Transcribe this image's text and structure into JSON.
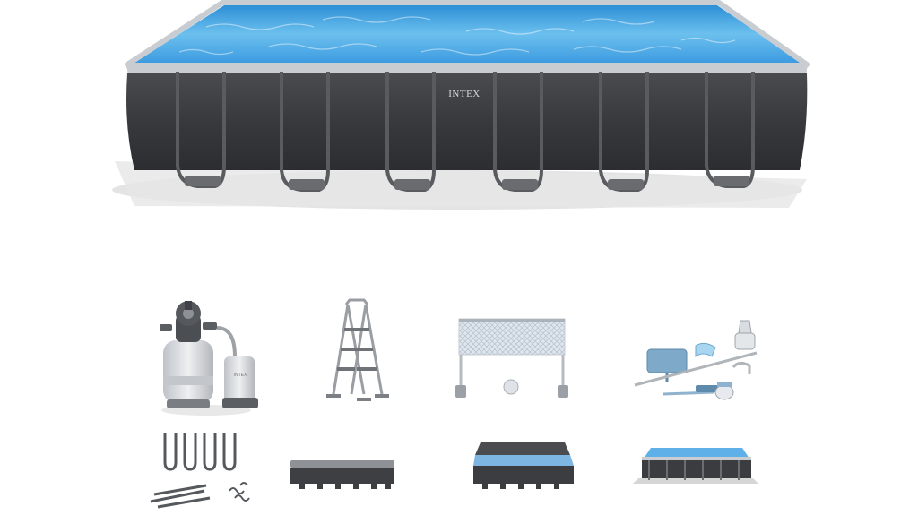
{
  "pool": {
    "brand": "INTEX",
    "frame_color": "#3b3c3f",
    "water_color": "#4aa6e0",
    "rim_color": "#c9cdd1"
  },
  "accessories": [
    {
      "name": "sand-filter-pump"
    },
    {
      "name": "pool-ladder"
    },
    {
      "name": "debris-screen"
    },
    {
      "name": "maintenance-kit"
    },
    {
      "name": "frame-legs-and-pins"
    },
    {
      "name": "ground-cloth-pool"
    },
    {
      "name": "pool-with-cover"
    },
    {
      "name": "assembled-pool"
    }
  ]
}
